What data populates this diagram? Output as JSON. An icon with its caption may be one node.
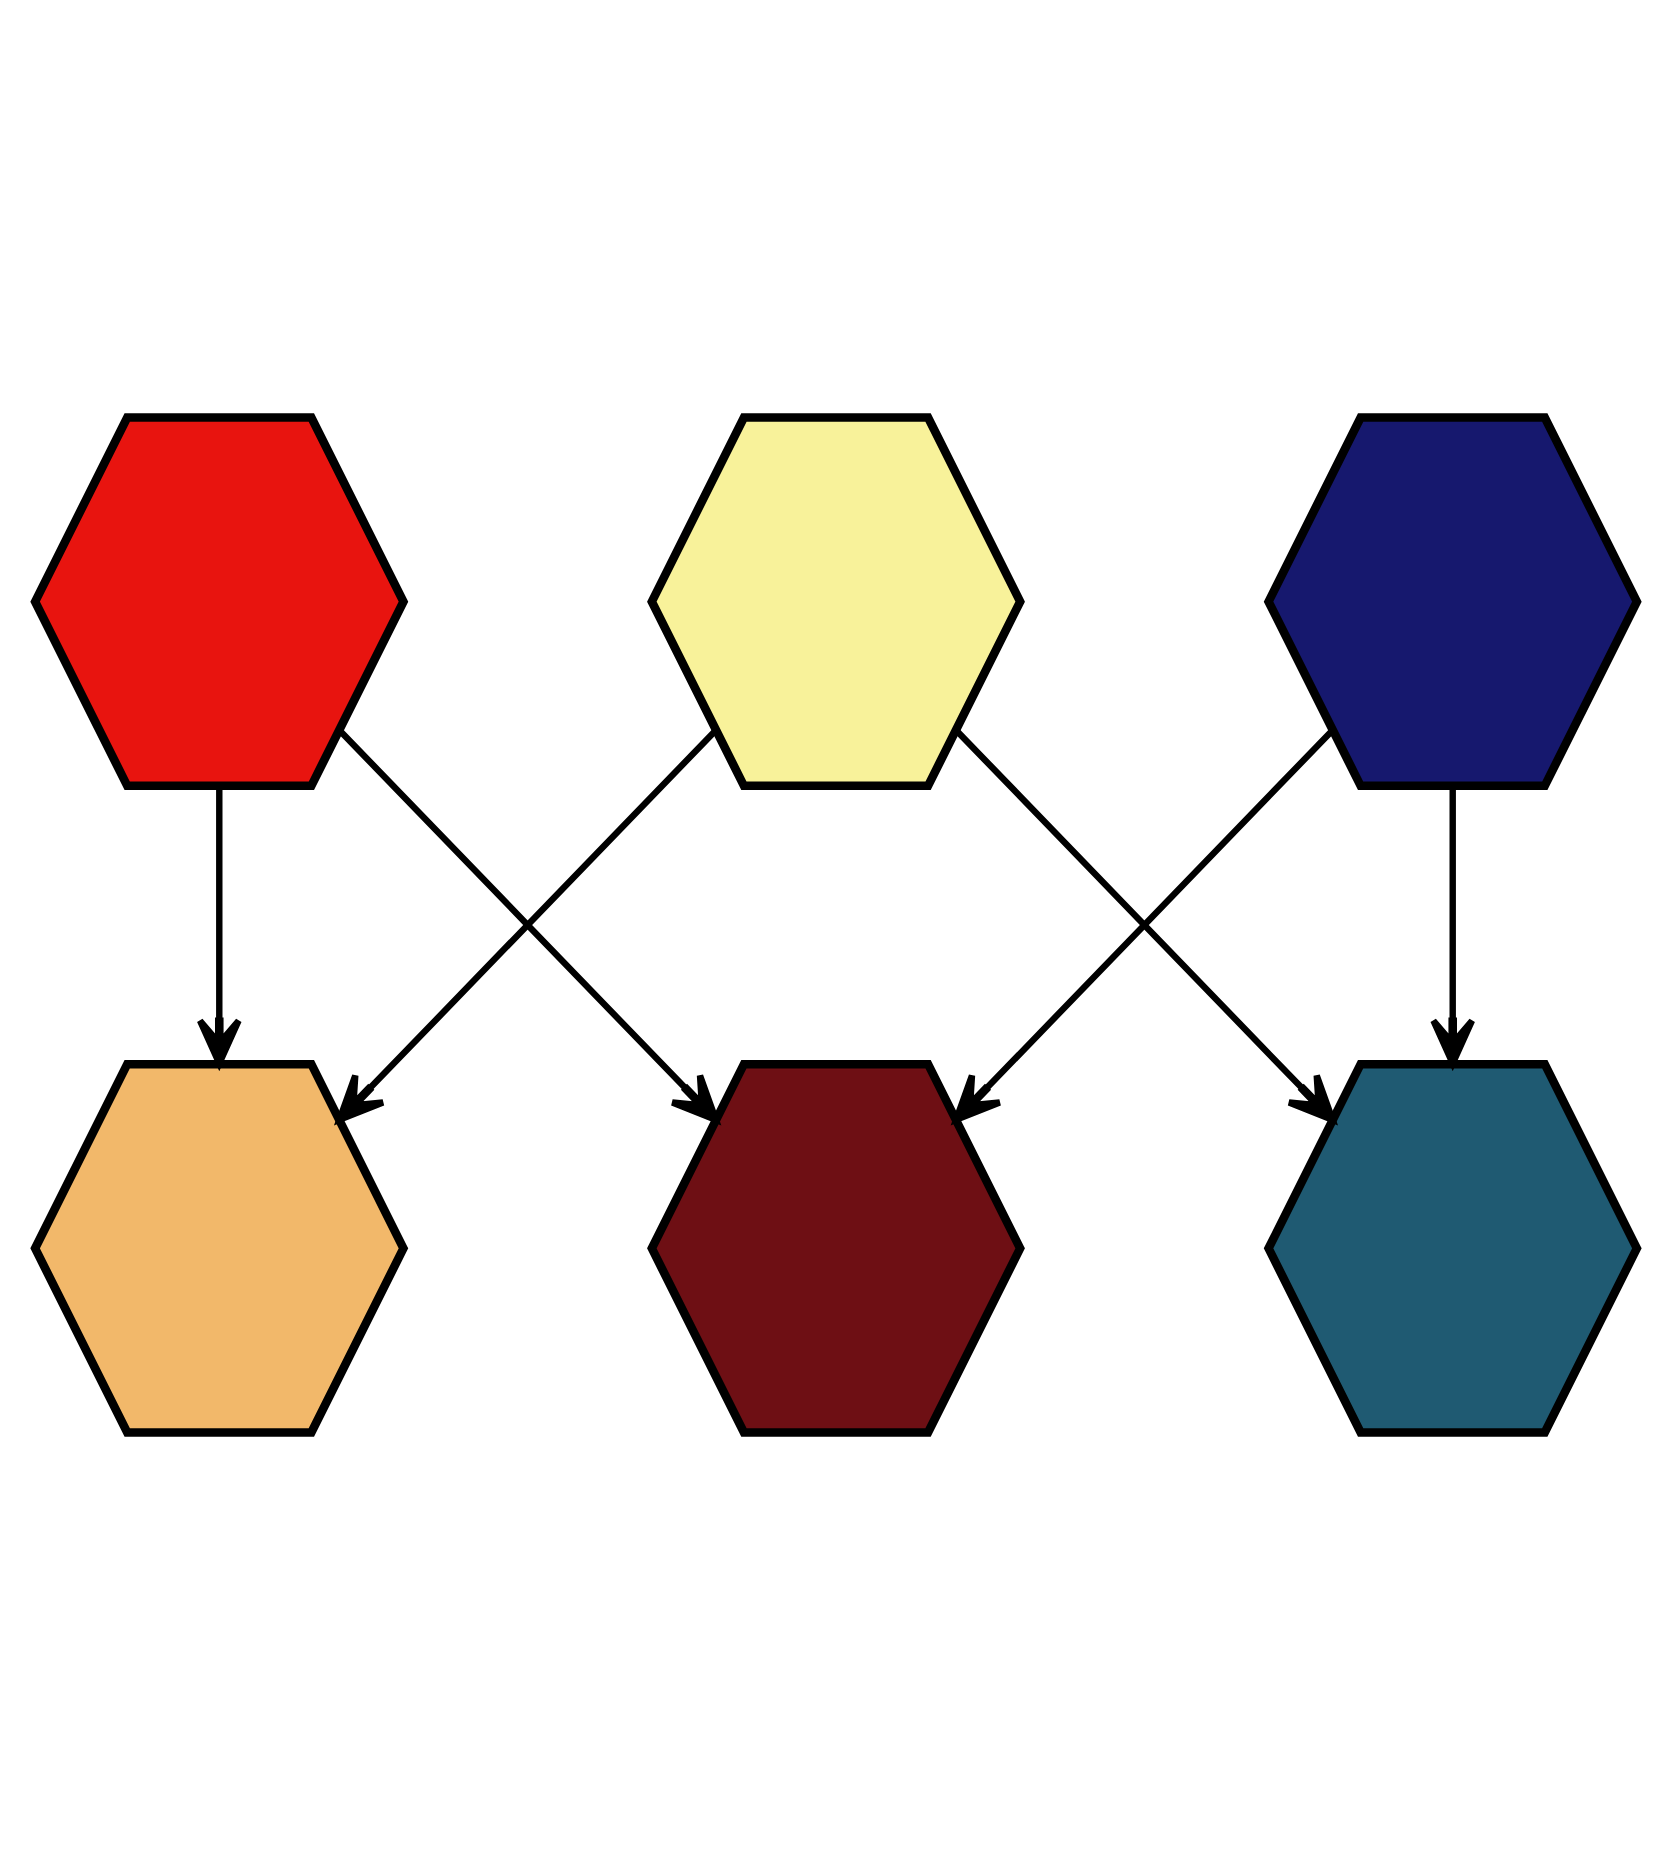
{
  "diagram": {
    "nodes": [
      {
        "text": [],
        "shape": "hexagon"
      },
      {
        "text": [],
        "shape": "hexagon"
      },
      {
        "text": [],
        "shape": "hexagon"
      },
      {
        "text": [],
        "shape": "hexagon"
      },
      {
        "text": [],
        "shape": "hexagon"
      },
      {
        "text": [],
        "shape": "hexagon"
      }
    ],
    "edges": [
      {
        "from": 0,
        "to": 1,
        "arrow": "to"
      },
      {
        "from": 3,
        "to": 1,
        "arrow": "to"
      },
      {
        "from": 0,
        "to": 2,
        "arrow": "to"
      },
      {
        "from": 4,
        "to": 2,
        "arrow": "to"
      },
      {
        "from": 3,
        "to": 5,
        "arrow": "to"
      },
      {
        "from": 4,
        "to": 5,
        "arrow": "to"
      }
    ]
  }
}
